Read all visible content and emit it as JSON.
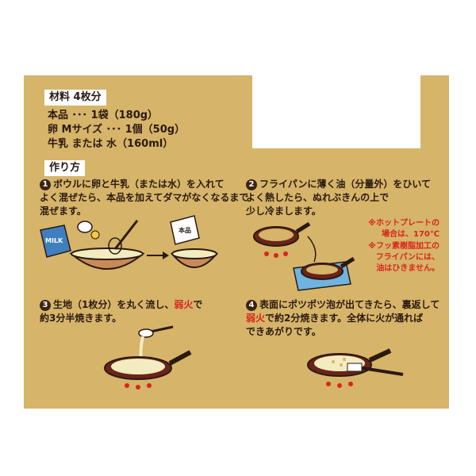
{
  "ingredients": {
    "heading": "材料 4枚分",
    "lines": [
      "本品 ･･･ 1袋（180g）",
      "卵 Mサイズ ･･･ 1個（50g）",
      "牛乳 または 水（160ml）"
    ]
  },
  "method": {
    "heading": "作り方",
    "steps": [
      {
        "num": "1",
        "line1": "ボウルに卵と牛乳（または水）を入れて",
        "line2": "よく混ぜたら、本品を加えてダマがなくなるまで",
        "line3": "混ぜます。"
      },
      {
        "num": "2",
        "line1": "フライパンに薄く油（分量外）をひいて",
        "line2": "よく熱したら、ぬれぶきんの上で",
        "line3": "少し冷まします。"
      },
      {
        "num": "3",
        "line1_a": "生地（1枚分）を丸く流し、",
        "line1_red": "弱火",
        "line1_b": "で",
        "line2": "約3分半焼きます。"
      },
      {
        "num": "4",
        "line1": "表面にポツポツ泡が出てきたら、裏返して",
        "line2_red": "弱火",
        "line2_b": "で約2分焼きます。全体に火が通れば",
        "line3": "できあがりです。"
      }
    ]
  },
  "notes": {
    "hotplate_1": "※ホットプレートの",
    "hotplate_2": "場合は、170℃",
    "fluoro_1": "※フッ素樹脂加工の",
    "fluoro_2": "フライパンには、",
    "fluoro_3": "油はひきません。"
  },
  "illustration_text": {
    "milk": "MILK",
    "pack": "本品"
  },
  "colors": {
    "panel": "#d6b46a",
    "dark": "#3a2416",
    "red": "#d8261c",
    "batter": "#f3ecc0",
    "pan": "#7a2a1e"
  }
}
